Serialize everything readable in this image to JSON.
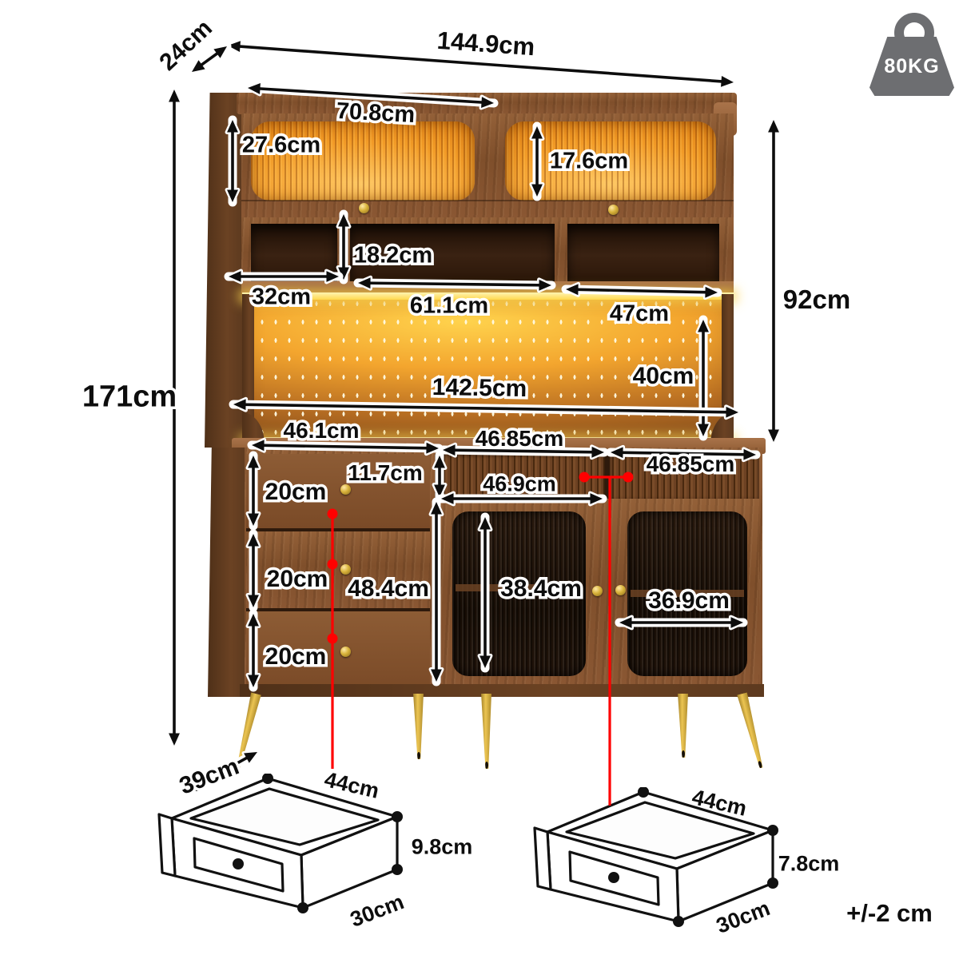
{
  "dims": {
    "top_depth": "24cm",
    "total_width": "144.9cm",
    "hutch_door_width": "70.8cm",
    "hutch_side_height": "27.6cm",
    "hutch_glass_height": "17.6cm",
    "cubby_height": "18.2cm",
    "cubby_left_width": "32cm",
    "cubby_mid_width": "61.1cm",
    "cubby_right_width": "47cm",
    "hutch_height": "92cm",
    "pegboard_height": "40cm",
    "pegboard_width": "142.5cm",
    "total_height": "171cm",
    "base_left_width": "46.1cm",
    "base_mid_width": "46.85cm",
    "base_right_width": "46.85cm",
    "top_drawer_height": "11.7cm",
    "mid_section_width": "46.9cm",
    "drawer_height_1": "20cm",
    "drawer_height_2": "20cm",
    "drawer_height_3": "20cm",
    "base_inner_height": "48.4cm",
    "door_glass_height": "38.4cm",
    "door_glass_width": "36.9cm",
    "base_depth": "39cm"
  },
  "drawer_left": {
    "width": "44cm",
    "height": "9.8cm",
    "depth": "30cm"
  },
  "drawer_right": {
    "width": "44cm",
    "height": "7.8cm",
    "depth": "30cm"
  },
  "weight": {
    "capacity": "80KG"
  },
  "tolerance": {
    "text": "+/-2 cm"
  },
  "colors": {
    "wood": "#8a5733",
    "wood_dark": "#5d3a1f",
    "glass_glow": "#f29b27",
    "led_strip": "#ffd94f",
    "gold": "#d8b23a",
    "annotation_red": "#ff0000",
    "icon_gray": "#6d6e71",
    "label_text": "#0d0d0d"
  }
}
